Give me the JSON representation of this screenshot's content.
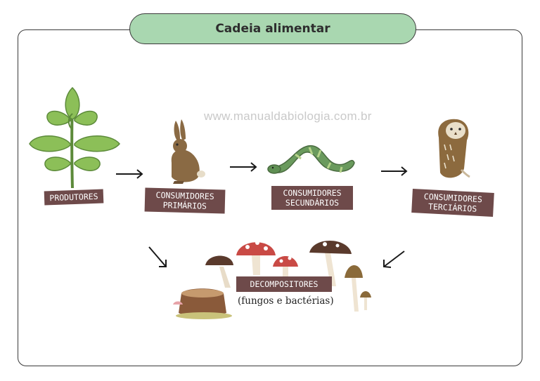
{
  "title": "Cadeia alimentar",
  "watermark": "www.manualdabiologia.com.br",
  "levels": {
    "produtores": "PRODUTORES",
    "primarios_1": "CONSUMIDORES",
    "primarios_2": "PRIMÁRIOS",
    "secundarios_1": "CONSUMIDORES",
    "secundarios_2": "SECUNDÁRIOS",
    "terciarios_1": "CONSUMIDORES",
    "terciarios_2": "TERCIÁRIOS",
    "decompositores": "DECOMPOSITORES",
    "decompositores_sub": "(fungos e bactérias)"
  },
  "colors": {
    "title_bg": "#a9d7b0",
    "label_bg": "#6e4a4a",
    "plant": "#7fb34a",
    "rabbit": "#8a6a44",
    "snake": "#5f8f53",
    "owl": "#8c6a3e",
    "mushroom_red": "#c94a45"
  }
}
